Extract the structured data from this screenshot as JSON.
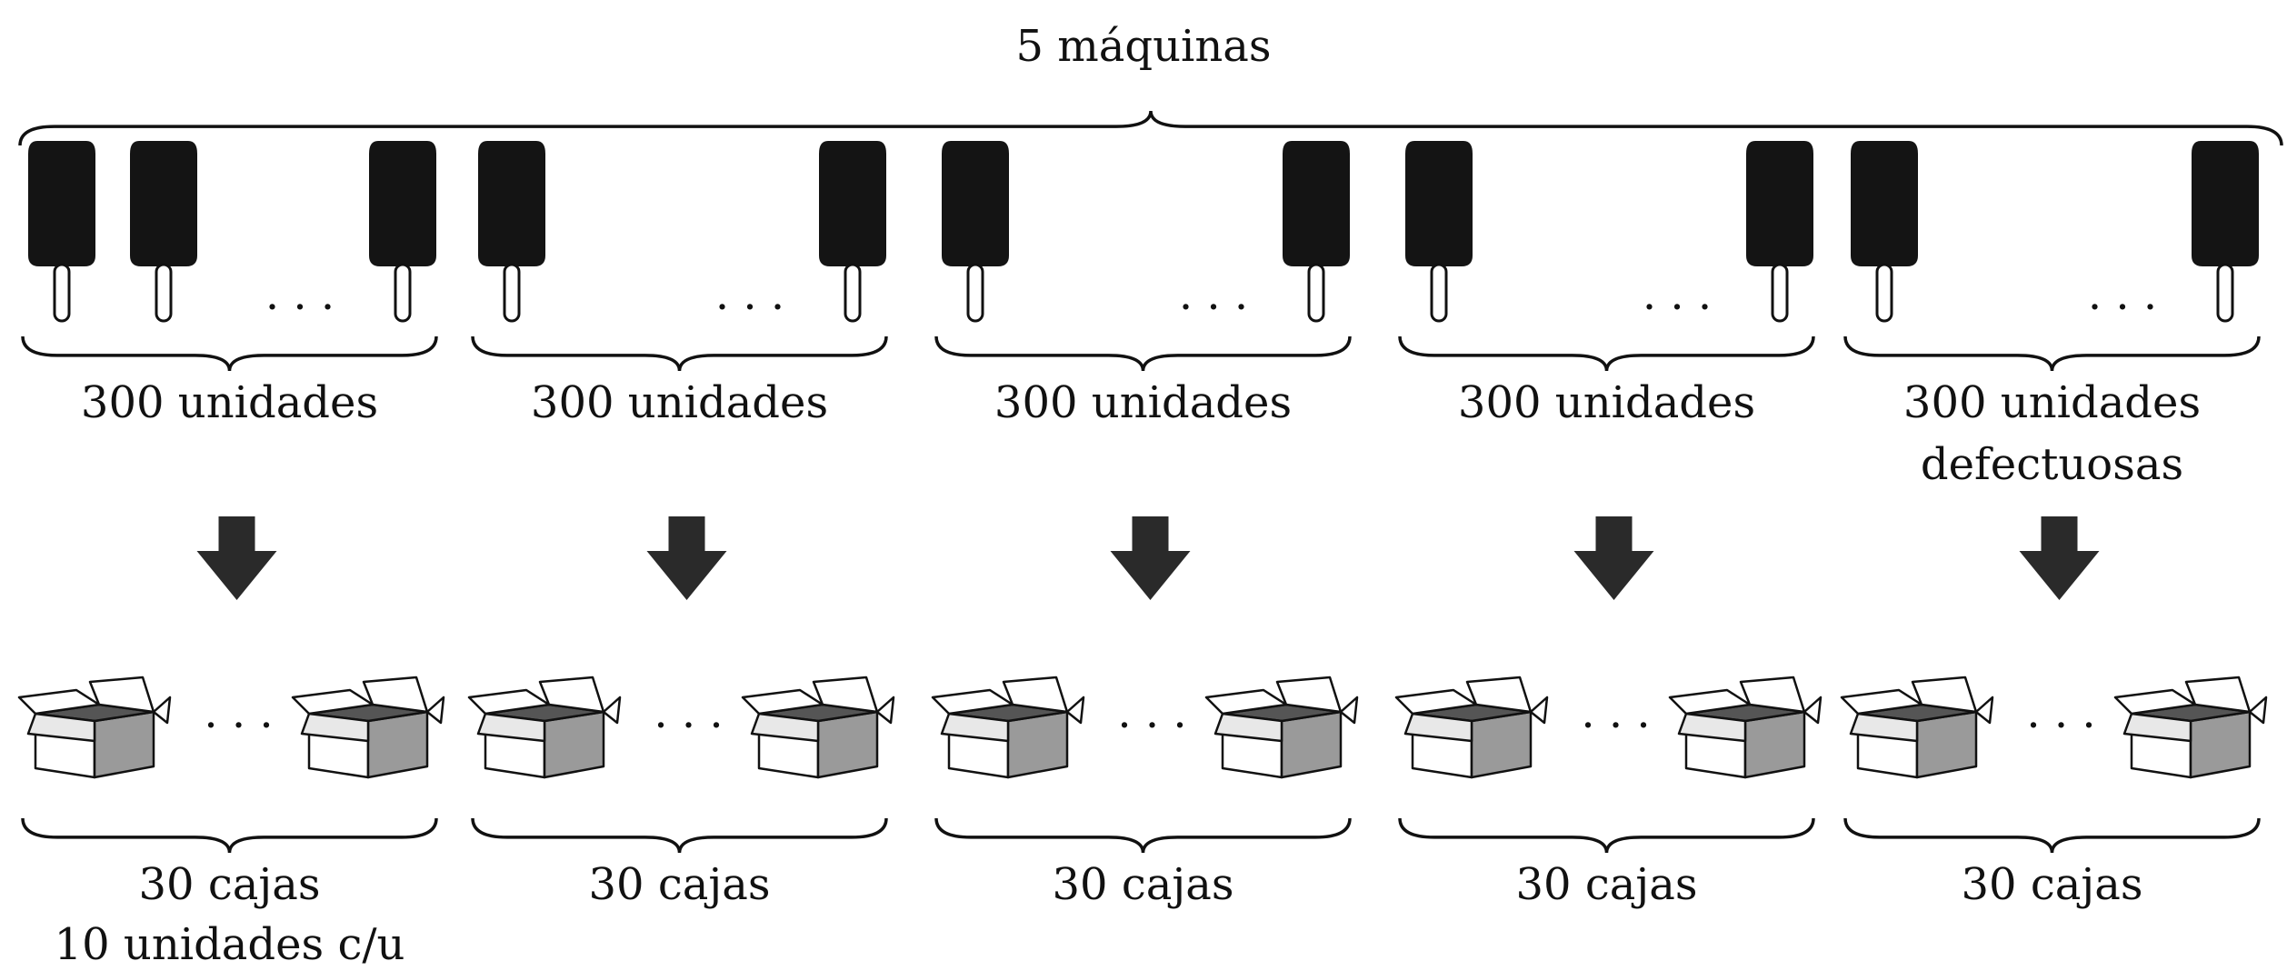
{
  "title": "5 máquinas",
  "ellipsis": ". . .",
  "colors": {
    "ink": "#111111",
    "popsicle": "#141414",
    "arrow": "#2a2a2a",
    "box_shade": "#9a9a9a"
  },
  "icons": {
    "product": "popsicle-icon",
    "flow": "down-arrow-icon",
    "package": "box-icon"
  },
  "machines": [
    {
      "units_label": "300 unidades",
      "units_note": "",
      "boxes_label": "30 cajas",
      "boxes_note": "10 unidades c/u"
    },
    {
      "units_label": "300 unidades",
      "units_note": "",
      "boxes_label": "30 cajas",
      "boxes_note": ""
    },
    {
      "units_label": "300 unidades",
      "units_note": "",
      "boxes_label": "30 cajas",
      "boxes_note": ""
    },
    {
      "units_label": "300 unidades",
      "units_note": "",
      "boxes_label": "30 cajas",
      "boxes_note": ""
    },
    {
      "units_label": "300 unidades",
      "units_note": "defectuosas",
      "boxes_label": "30 cajas",
      "boxes_note": ""
    }
  ]
}
